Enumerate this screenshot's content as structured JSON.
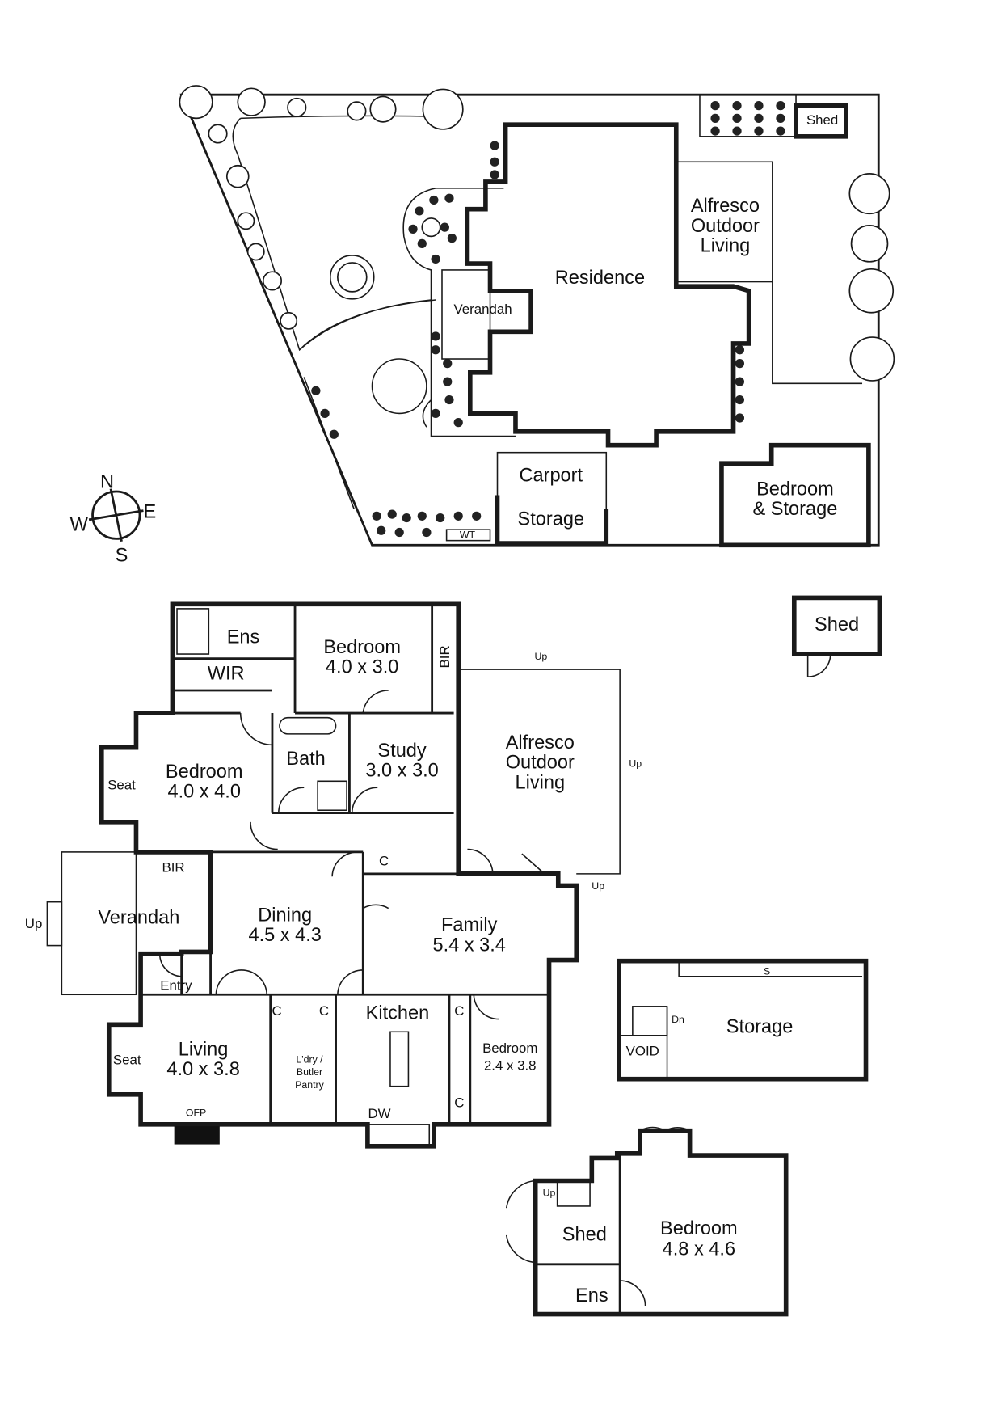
{
  "site_plan": {
    "labels": {
      "shed": "Shed",
      "alfresco": [
        "Alfresco",
        "Outdoor",
        "Living"
      ],
      "residence": "Residence",
      "verandah": "Verandah",
      "carport": "Carport",
      "storage": "Storage",
      "bedroom_storage": [
        "Bedroom",
        "& Storage"
      ],
      "wt": "WT"
    },
    "compass": {
      "n": "N",
      "e": "E",
      "s": "S",
      "w": "W"
    }
  },
  "floor_plan": {
    "rooms": {
      "ens": "Ens",
      "wir": "WIR",
      "bedroom1": [
        "Bedroom",
        "4.0 x 3.0"
      ],
      "bir1": "BIR",
      "bedroom2": [
        "Bedroom",
        "4.0 x 4.0"
      ],
      "seat1": "Seat",
      "bath": "Bath",
      "study": [
        "Study",
        "3.0 x 3.0"
      ],
      "alfresco": [
        "Alfresco",
        "Outdoor",
        "Living"
      ],
      "up": "Up",
      "bir2": "BIR",
      "c": "C",
      "verandah": "Verandah",
      "dining": [
        "Dining",
        "4.5 x 4.3"
      ],
      "family": [
        "Family",
        "5.4 x 3.4"
      ],
      "entry": "Entry",
      "living": [
        "Living",
        "4.0 x 3.8"
      ],
      "seat2": "Seat",
      "ofp": "OFP",
      "kitchen": "Kitchen",
      "laundry": [
        "L'dry /",
        "Butler",
        "Pantry"
      ],
      "dw": "DW",
      "bedroom3": [
        "Bedroom",
        "2.4 x 3.8"
      ]
    },
    "outbuildings": {
      "shed_small": "Shed",
      "storage": "Storage",
      "void": "VOID",
      "dn": "Dn",
      "s": "S",
      "shed": "Shed",
      "up": "Up",
      "ens": "Ens",
      "bedroom": [
        "Bedroom",
        "4.8 x 4.6"
      ]
    }
  }
}
